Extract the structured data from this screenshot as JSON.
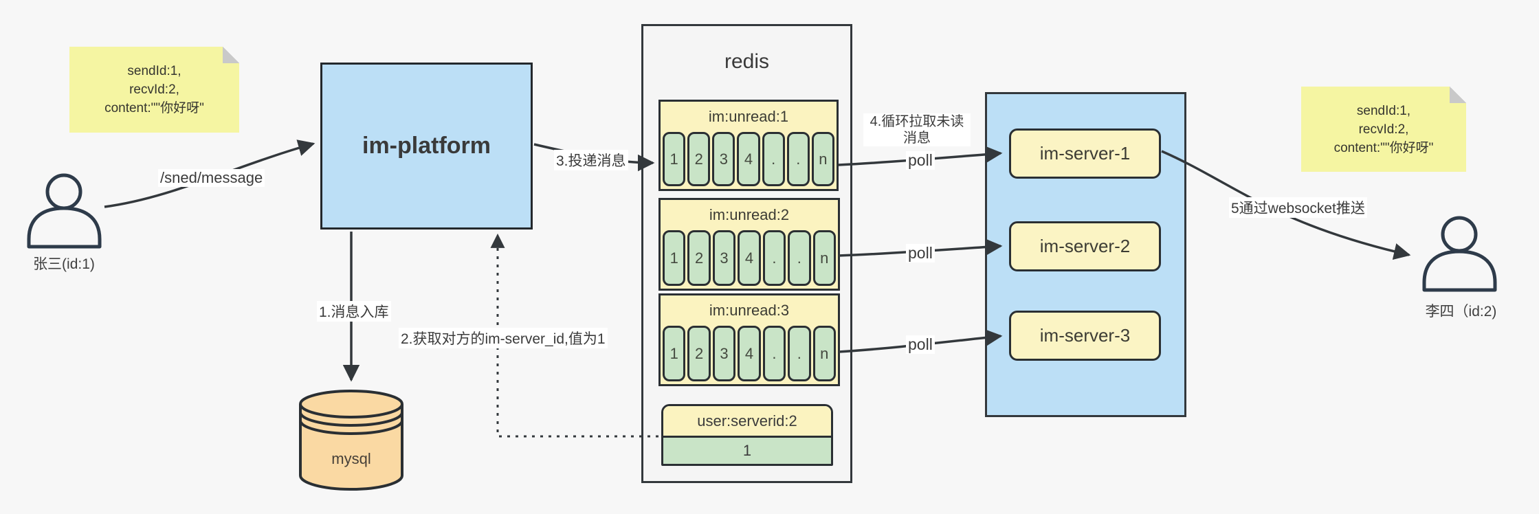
{
  "canvas": {
    "width": "2239",
    "height": "748",
    "background": "#f7f7f7"
  },
  "colors": {
    "accent_blue": "#bcdff6",
    "accent_yellow": "#fbf3c0",
    "accent_green": "#c9e4c7",
    "sticky_yellow": "#f5f5a2",
    "mysql_tan": "#fad9a3",
    "container_gray": "#f5f5f5",
    "line_dark": "#33383c"
  },
  "notes": {
    "left": {
      "line1": "sendId:1,",
      "line2": "recvId:2,",
      "line3": "content:\"\"你好呀\""
    },
    "right": {
      "line1": "sendId:1,",
      "line2": "recvId:2,",
      "line3": "content:\"\"你好呀\""
    }
  },
  "actors": {
    "sender": {
      "label": "张三(id:1)"
    },
    "receiver": {
      "label": "李四（id:2)"
    }
  },
  "platform": {
    "label": "im-platform"
  },
  "mysql": {
    "label": "mysql"
  },
  "redis": {
    "title": "redis",
    "lists": [
      {
        "header": "im:unread:1",
        "cells": [
          "1",
          "2",
          "3",
          "4",
          ".",
          ".",
          "n"
        ]
      },
      {
        "header": "im:unread:2",
        "cells": [
          "1",
          "2",
          "3",
          "4",
          ".",
          ".",
          "n"
        ]
      },
      {
        "header": "im:unread:3",
        "cells": [
          "1",
          "2",
          "3",
          "4",
          ".",
          ".",
          "n"
        ]
      }
    ],
    "kv": {
      "header": "user:serverid:2",
      "value": "1"
    }
  },
  "servers": {
    "items": [
      {
        "label": "im-server-1"
      },
      {
        "label": "im-server-2"
      },
      {
        "label": "im-server-3"
      }
    ]
  },
  "edges": {
    "send": {
      "label": "/sned/message"
    },
    "store": {
      "label": "1.消息入库"
    },
    "get_server_id": {
      "label": "2.获取对方的im-server_id,值为1"
    },
    "deliver": {
      "label": "3.投递消息"
    },
    "pull": {
      "label": "4.循环拉取未读消息"
    },
    "poll1": {
      "label": "poll"
    },
    "poll2": {
      "label": "poll"
    },
    "poll3": {
      "label": "poll"
    },
    "push": {
      "label": "5通过websocket推送"
    }
  }
}
